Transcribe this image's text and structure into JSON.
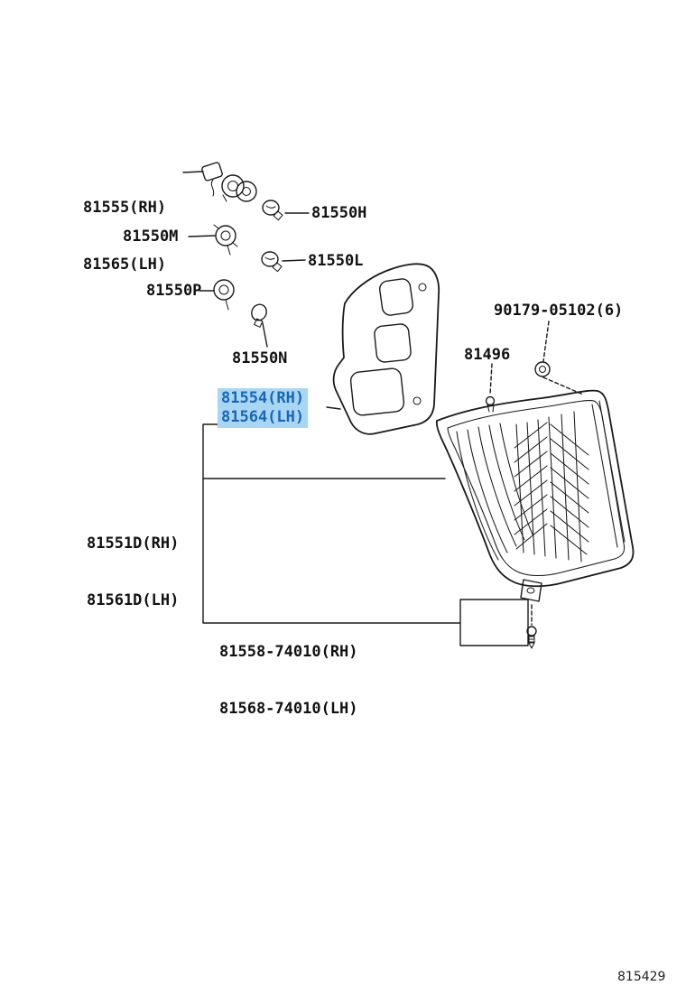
{
  "page": {
    "diagram_code": "815429"
  },
  "colors": {
    "line": "#1a1a1a",
    "highlight_bg": "#a9d6f5",
    "highlight_text": "#1668b5"
  },
  "labels": {
    "socket_rh": "81555(RH)",
    "socket_lh": "81565(LH)",
    "bulb_h": "81550H",
    "socket_m": "81550M",
    "bulb_l": "81550L",
    "socket_p": "81550P",
    "bulb_n": "81550N",
    "nut": "90179-05102(6)",
    "clip": "81496",
    "lens_rh": "81554(RH)",
    "lens_lh": "81564(LH)",
    "body_rh": "81551D(RH)",
    "body_lh": "81561D(LH)",
    "cord_rh": "81558-74010(RH)",
    "cord_lh": "81568-74010(LH)"
  }
}
